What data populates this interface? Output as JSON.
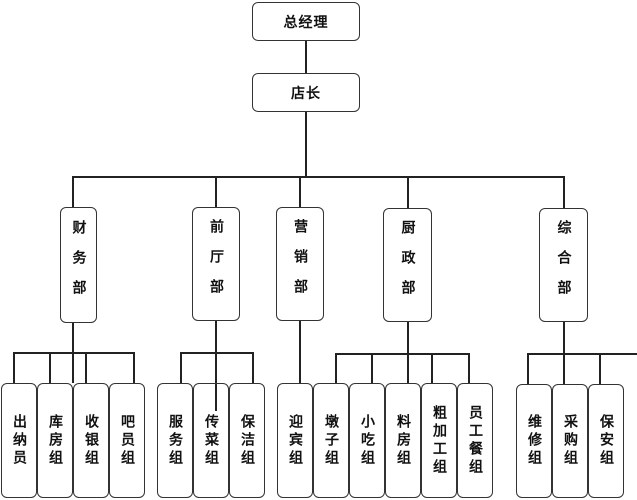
{
  "diagram": {
    "type": "org-chart",
    "root": {
      "label": "总经理"
    },
    "manager": {
      "label": "店长"
    },
    "departments": [
      {
        "id": "finance",
        "label": "财务部",
        "groups": [
          "出纳员",
          "库房组",
          "收银组",
          "吧员组"
        ]
      },
      {
        "id": "front",
        "label": "前厅部",
        "groups": [
          "服务组",
          "传菜组",
          "保洁组"
        ]
      },
      {
        "id": "sales",
        "label": "营销部",
        "groups": [
          "迎宾组"
        ]
      },
      {
        "id": "kitchen",
        "label": "厨政部",
        "groups": [
          "墩子组",
          "小吃组",
          "料房组",
          "粗加工组",
          "员工餐组"
        ]
      },
      {
        "id": "general",
        "label": "综合部",
        "groups": [
          "维修组",
          "采购组",
          "保安组"
        ]
      }
    ]
  }
}
